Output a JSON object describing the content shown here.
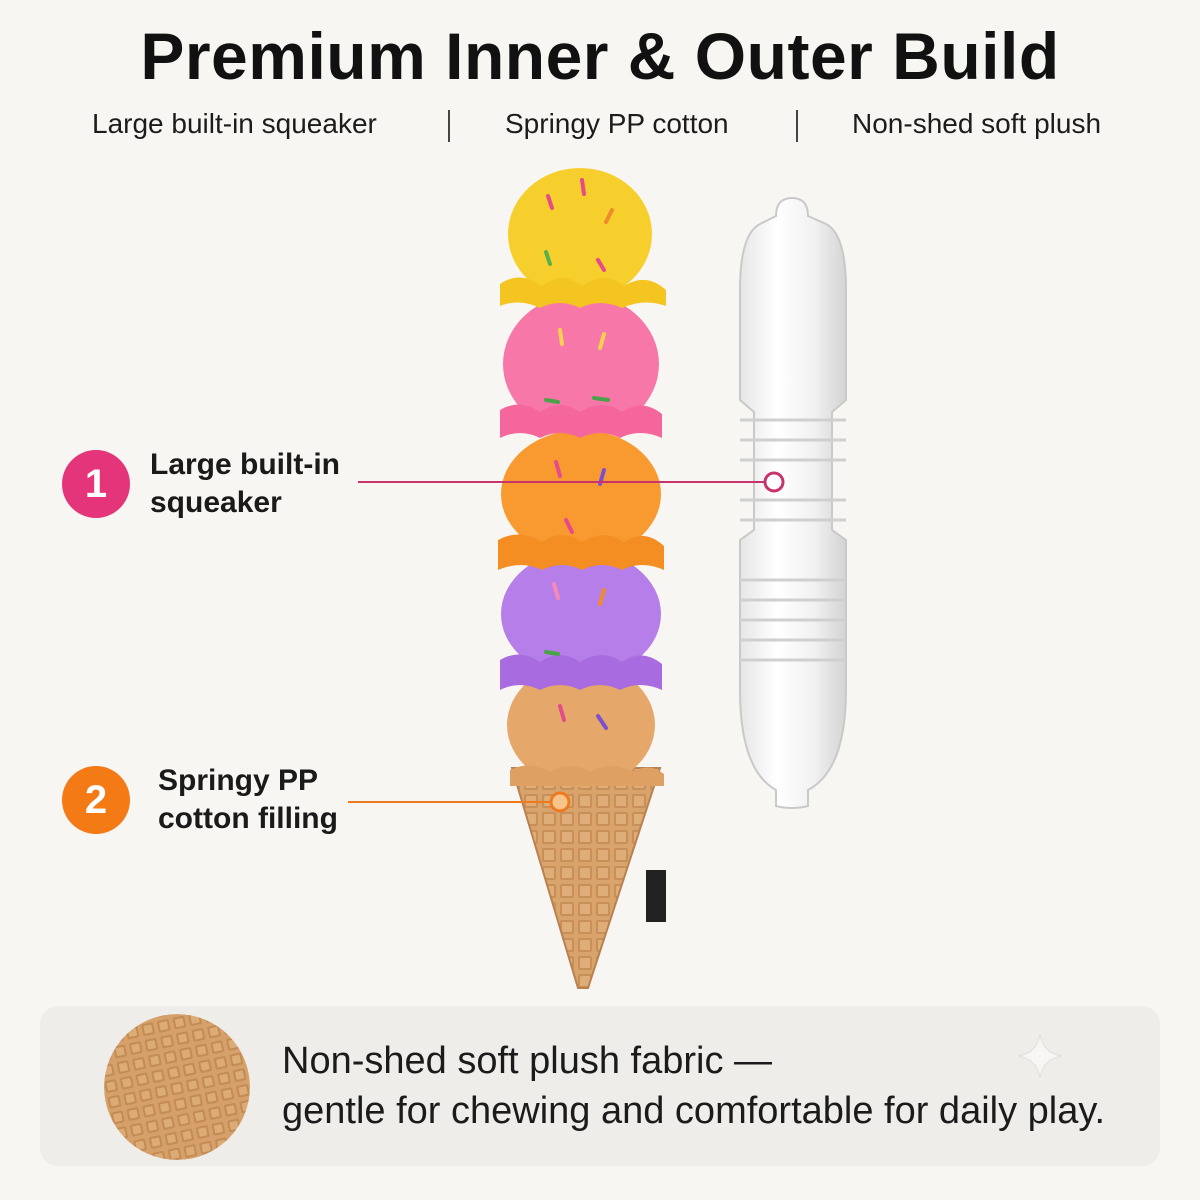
{
  "title": "Premium Inner & Outer Build",
  "features": [
    "Large built-in squeaker",
    "Springy PP cotton",
    "Non-shed soft plush"
  ],
  "callouts": [
    {
      "number": "1",
      "line1": "Large built-in",
      "line2": "squeaker",
      "color": "#e4357a"
    },
    {
      "number": "2",
      "line1": "Springy PP",
      "line2": "cotton filling",
      "color": "#f47a16"
    }
  ],
  "scoop_colors": [
    "#f7cf2d",
    "#f777a8",
    "#f99a31",
    "#b57ee8",
    "#e6a76a"
  ],
  "cone_color": "#d9a46c",
  "bottom": {
    "line1": "Non-shed soft plush fabric —",
    "line2": "gentle for chewing and comfortable for daily play."
  },
  "icons": [
    "squeaker-tube-icon",
    "waffle-fabric-swatch-icon",
    "sparkle-icon"
  ]
}
